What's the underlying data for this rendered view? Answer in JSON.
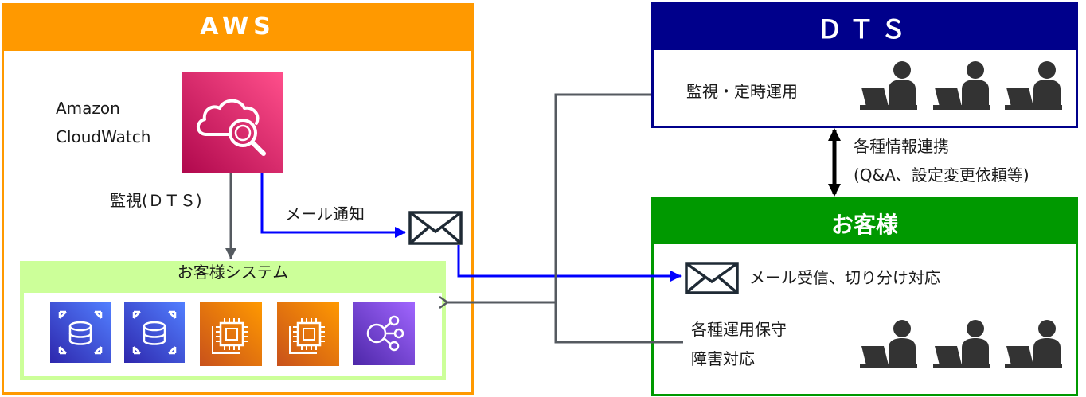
{
  "aws": {
    "title": "AWS",
    "cloudwatch_label_line1": "Amazon",
    "cloudwatch_label_line2": "CloudWatch",
    "monitor_label": "監視(ＤＴＳ)",
    "mail_notify_label": "メール通知",
    "customer_system": {
      "title": "お客様システム",
      "icons": [
        "database-icon",
        "database-icon",
        "ec2-instance-icon",
        "ec2-instance-icon",
        "sns-icon"
      ]
    }
  },
  "dts": {
    "title": "ＤＴＳ",
    "task_label": "監視・定時運用"
  },
  "link": {
    "line1": "各種情報連携",
    "line2": "(Q&A、設定変更依頼等)"
  },
  "customer": {
    "title": "お客様",
    "mail_label": "メール受信、切り分け対応",
    "ops_line1": "各種運用保守",
    "ops_line2": "障害対応"
  },
  "colors": {
    "aws_orange": "#FF9900",
    "dts_navy": "#00008B",
    "customer_green": "#009900",
    "system_green": "#CCFF99",
    "arrow_blue": "#0000FF",
    "arrow_gray": "#555A60",
    "cloudwatch_pink": "#E7157B",
    "db_blue": "#3B48CC",
    "ec2_orange": "#D86613",
    "sns_purple": "#7B2FBE"
  }
}
